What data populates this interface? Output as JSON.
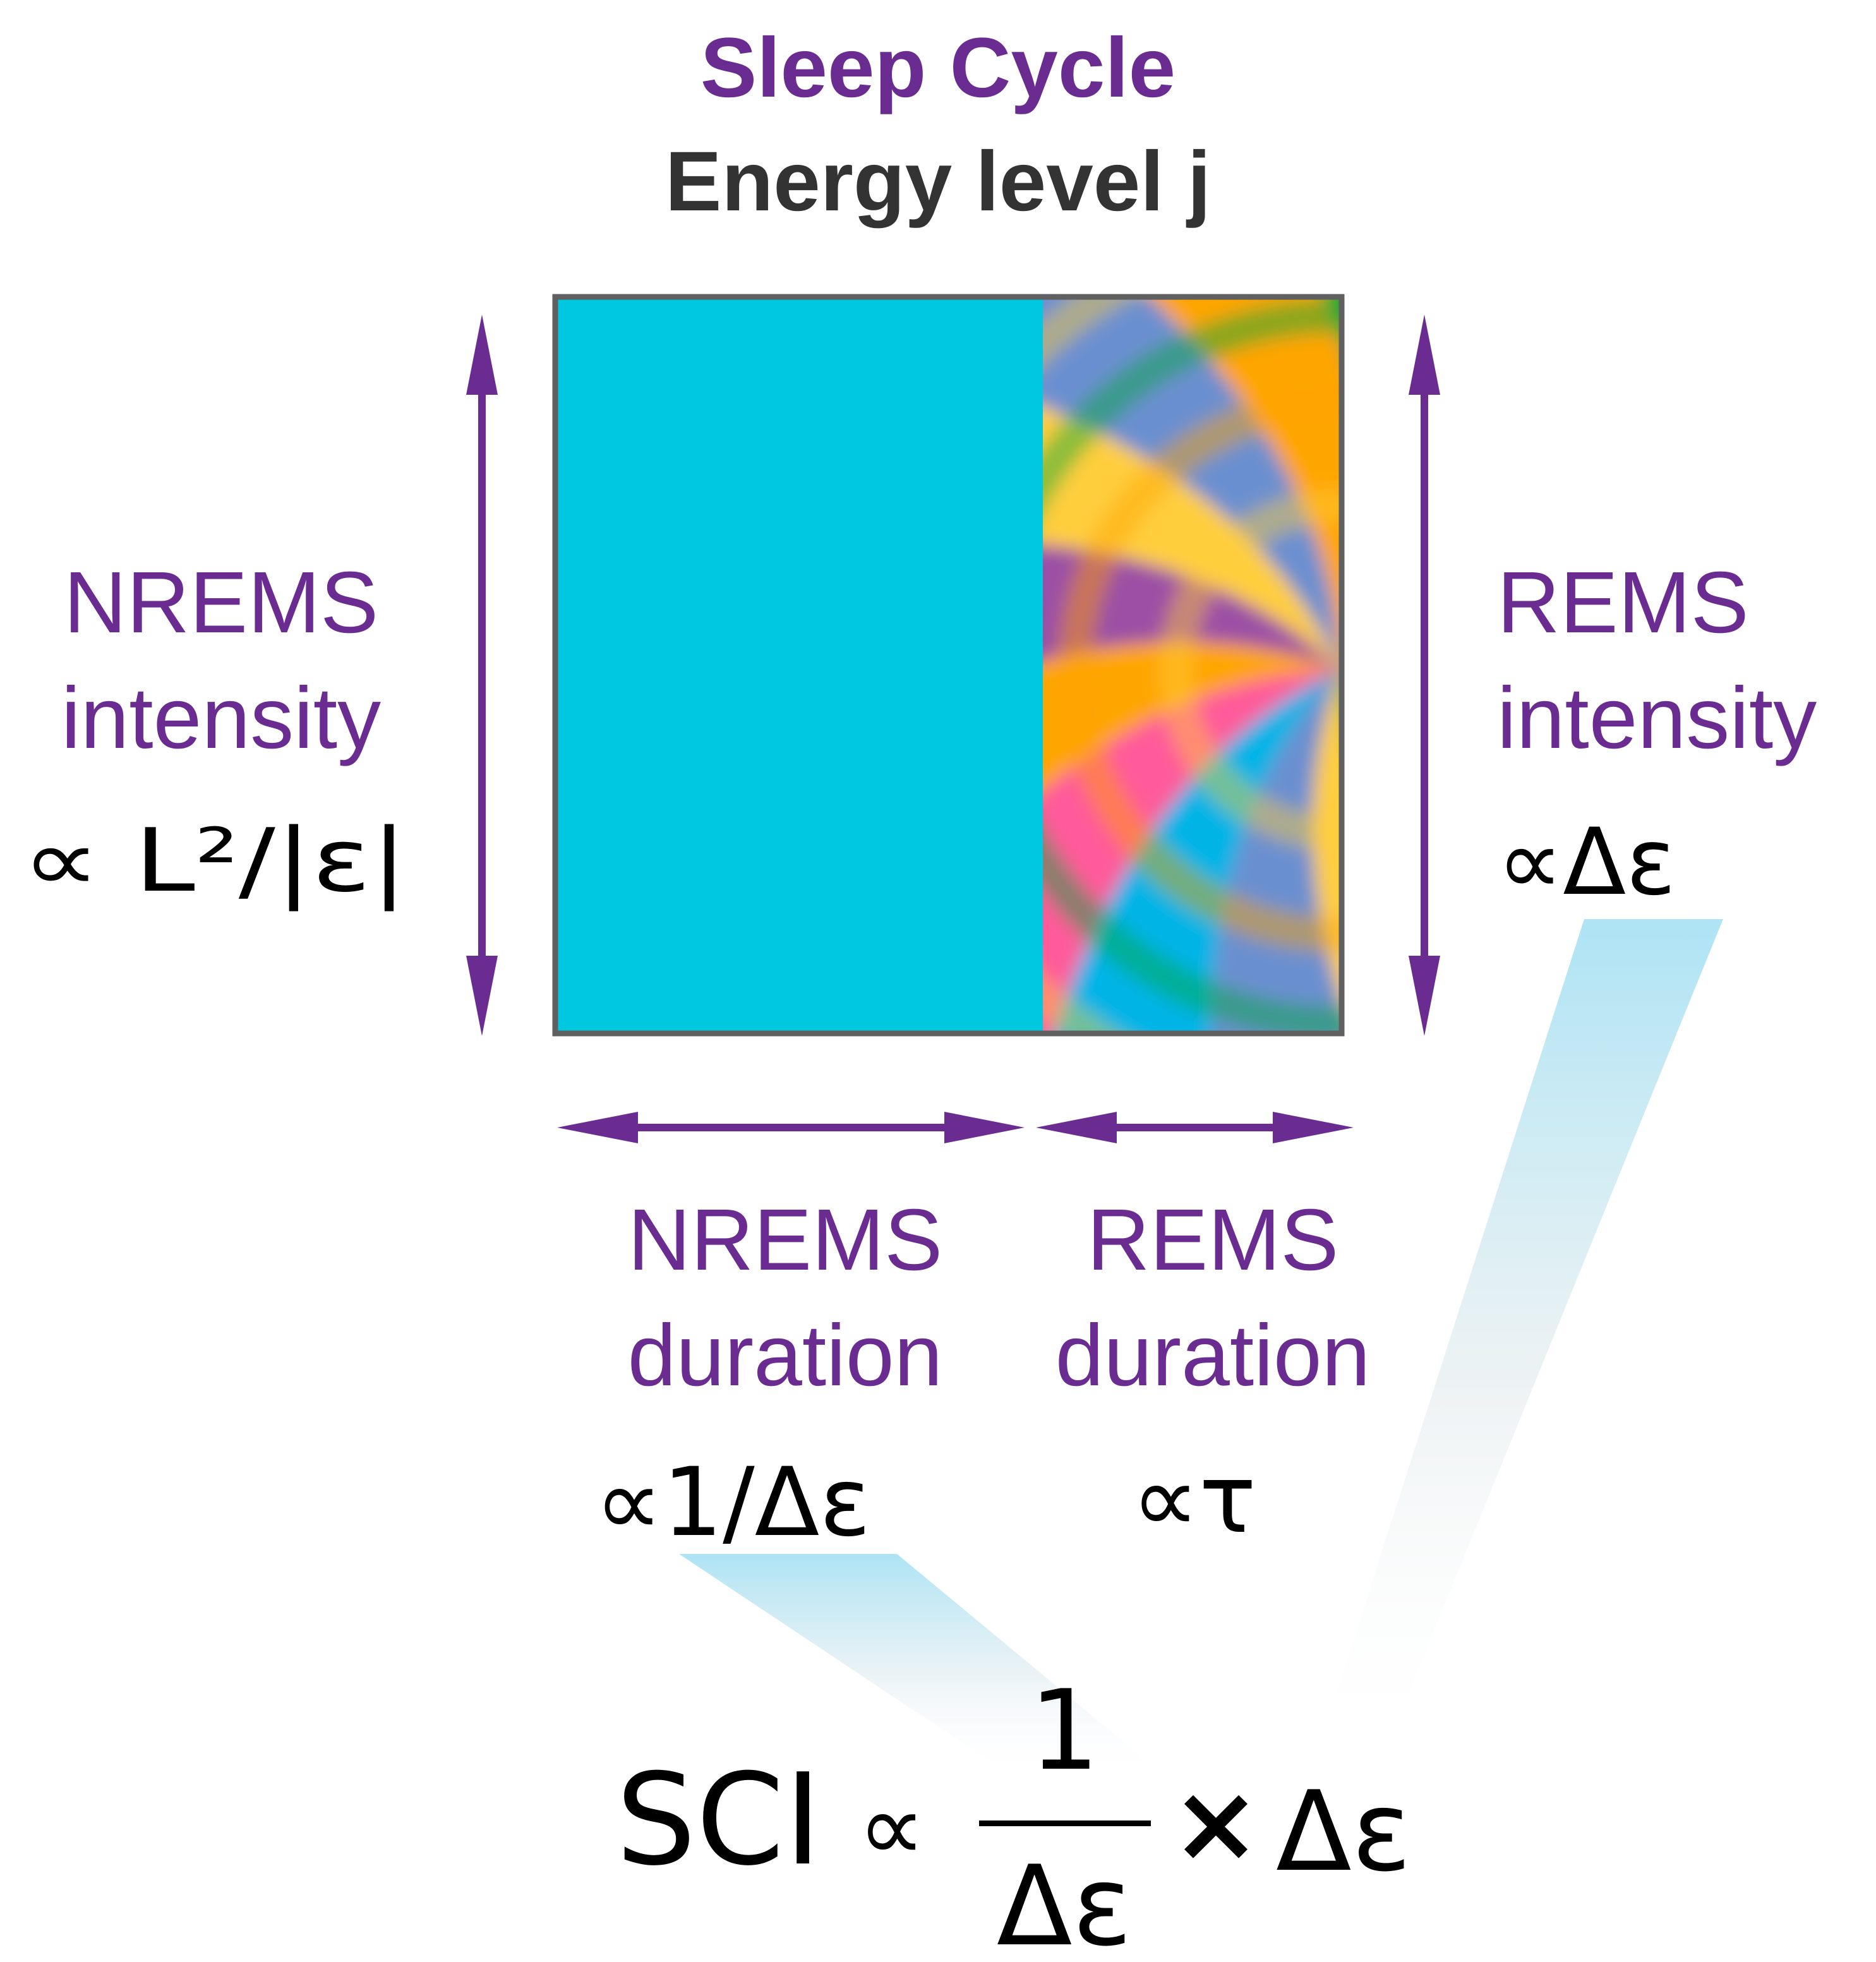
{
  "title": "Sleep Cycle",
  "subtitle": "Energy level j",
  "colors": {
    "accent": "#6a2c91",
    "subtitle": "#333333",
    "nrems_fill": "#00c8e0",
    "box_border": "#606060",
    "rems_palette": [
      "#ffa500",
      "#ffce3c",
      "#00a83a",
      "#00b4e6",
      "#6b8fd0",
      "#9b4fa5",
      "#ff5a9a"
    ]
  },
  "nrems_intensity": {
    "line1": "NREMS",
    "line2": "intensity",
    "formula": "∝ L²/|ε|"
  },
  "rems_intensity": {
    "line1": "REMS",
    "line2": "intensity",
    "formula": "∝Δε"
  },
  "nrems_duration": {
    "line1": "NREMS",
    "line2": "duration",
    "formula": "∝1/Δε"
  },
  "rems_duration": {
    "line1": "REMS",
    "line2": "duration",
    "formula": "∝τ"
  },
  "sci": {
    "lhs": "SCI",
    "prop": "∝",
    "numerator": "1",
    "denominator": "Δε",
    "times": "×",
    "factor": "Δε"
  }
}
